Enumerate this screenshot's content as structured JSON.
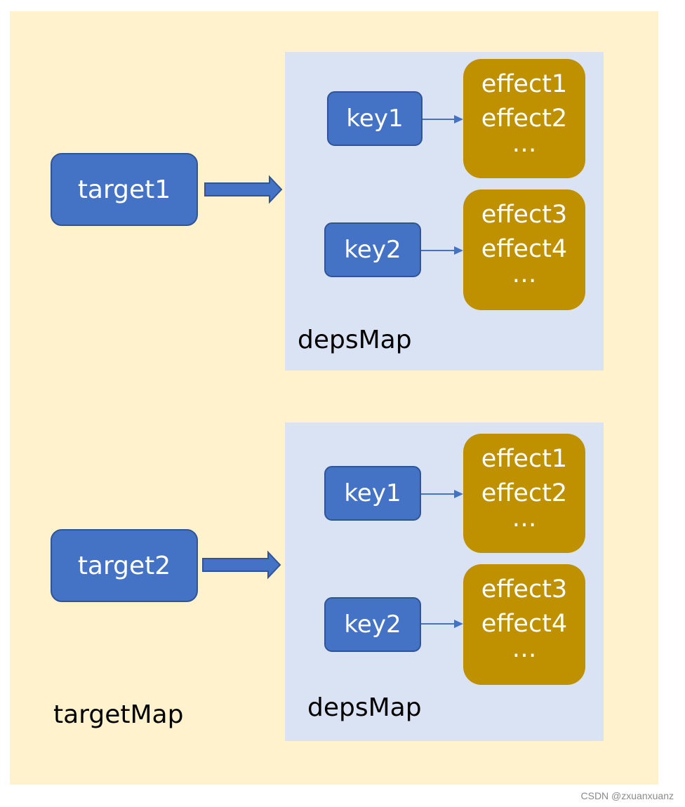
{
  "target_map": {
    "label": "targetMap",
    "groups": [
      {
        "target": "target1",
        "deps_map_label": "depsMap",
        "keys": [
          {
            "key": "key1",
            "effects": [
              "effect1",
              "effect2",
              "…"
            ]
          },
          {
            "key": "key2",
            "effects": [
              "effect3",
              "effect4",
              "…"
            ]
          }
        ]
      },
      {
        "target": "target2",
        "deps_map_label": "depsMap",
        "keys": [
          {
            "key": "key1",
            "effects": [
              "effect1",
              "effect2",
              "…"
            ]
          },
          {
            "key": "key2",
            "effects": [
              "effect3",
              "effect4",
              "…"
            ]
          }
        ]
      }
    ]
  },
  "watermark": "CSDN @zxuanxuanz",
  "colors": {
    "target_map_bg": "#fff2cc",
    "deps_map_bg": "#dae3f3",
    "node_fill": "#4472c4",
    "node_border": "#2f5597",
    "effect_fill": "#bf9000"
  }
}
